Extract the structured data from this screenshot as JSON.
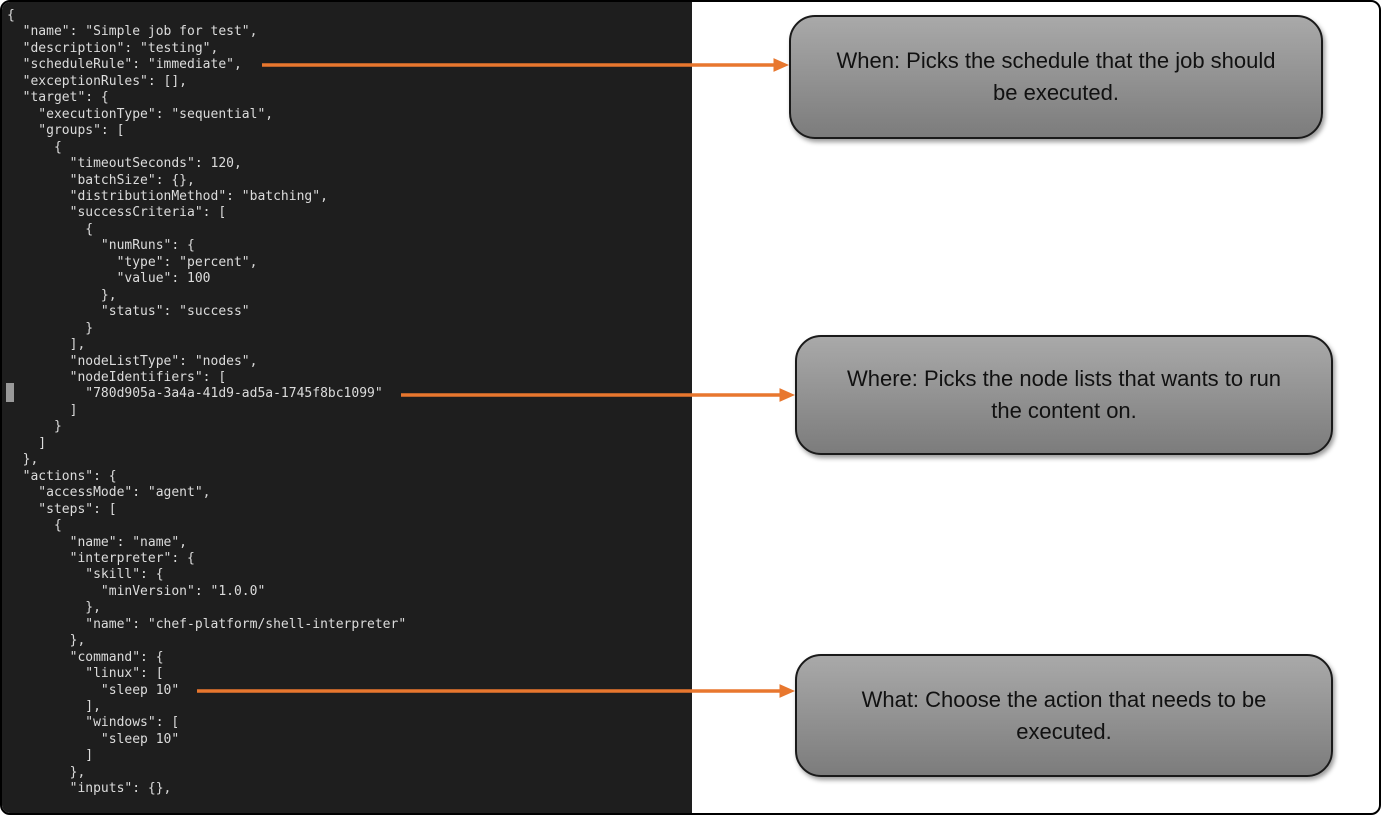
{
  "terminal": {
    "code_lines": [
      "{",
      "  \"name\": \"Simple job for test\",",
      "  \"description\": \"testing\",",
      "  \"scheduleRule\": \"immediate\",",
      "  \"exceptionRules\": [],",
      "  \"target\": {",
      "    \"executionType\": \"sequential\",",
      "    \"groups\": [",
      "      {",
      "        \"timeoutSeconds\": 120,",
      "        \"batchSize\": {},",
      "        \"distributionMethod\": \"batching\",",
      "        \"successCriteria\": [",
      "          {",
      "            \"numRuns\": {",
      "              \"type\": \"percent\",",
      "              \"value\": 100",
      "            },",
      "            \"status\": \"success\"",
      "          }",
      "        ],",
      "        \"nodeListType\": \"nodes\",",
      "        \"nodeIdentifiers\": [",
      "          \"780d905a-3a4a-41d9-ad5a-1745f8bc1099\"",
      "        ]",
      "      }",
      "    ]",
      "  },",
      "  \"actions\": {",
      "    \"accessMode\": \"agent\",",
      "    \"steps\": [",
      "      {",
      "        \"name\": \"name\",",
      "        \"interpreter\": {",
      "          \"skill\": {",
      "            \"minVersion\": \"1.0.0\"",
      "          },",
      "          \"name\": \"chef-platform/shell-interpreter\"",
      "        },",
      "        \"command\": {",
      "          \"linux\": [",
      "            \"sleep 10\"",
      "          ],",
      "          \"windows\": [",
      "            \"sleep 10\"",
      "          ]",
      "        },",
      "        \"inputs\": {},"
    ]
  },
  "callouts": [
    {
      "id": "when",
      "text": "When: Picks the schedule that the job should be executed."
    },
    {
      "id": "where",
      "text": "Where: Picks the node lists that wants to run the content on."
    },
    {
      "id": "what",
      "text": "What: Choose the action that needs to be executed."
    }
  ],
  "colors": {
    "arrow": "#E8772E",
    "terminal_bg": "#1E1E1E",
    "terminal_text": "#DCDCDC",
    "callout_top": "#A9A9A9",
    "callout_bottom": "#7C7C7C",
    "callout_border": "#1A1A1A",
    "callout_text": "#111111",
    "page_bg": "#FFFFFF",
    "frame_border": "#000000",
    "cursor_gray": "#999999"
  }
}
